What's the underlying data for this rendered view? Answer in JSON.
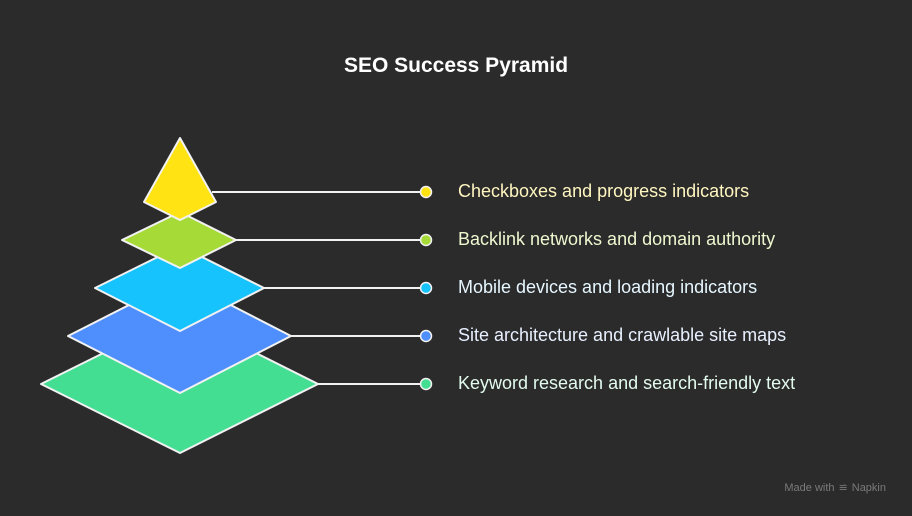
{
  "title": "SEO Success Pyramid",
  "levels": [
    {
      "label": "Checkboxes and progress indicators",
      "color": "#ffe312",
      "text_color": "#fff6c0"
    },
    {
      "label": "Backlink networks and domain authority",
      "color": "#a6da37",
      "text_color": "#eef8d0"
    },
    {
      "label": "Mobile devices and loading indicators",
      "color": "#17c3fc",
      "text_color": "#e6f7ff"
    },
    {
      "label": "Site architecture and crawlable site maps",
      "color": "#4e8ffd",
      "text_color": "#e8f0ff"
    },
    {
      "label": "Keyword research and search-friendly text",
      "color": "#44de93",
      "text_color": "#e3fbef"
    }
  ],
  "footer": {
    "made_with": "Made with",
    "brand": "Napkin"
  }
}
